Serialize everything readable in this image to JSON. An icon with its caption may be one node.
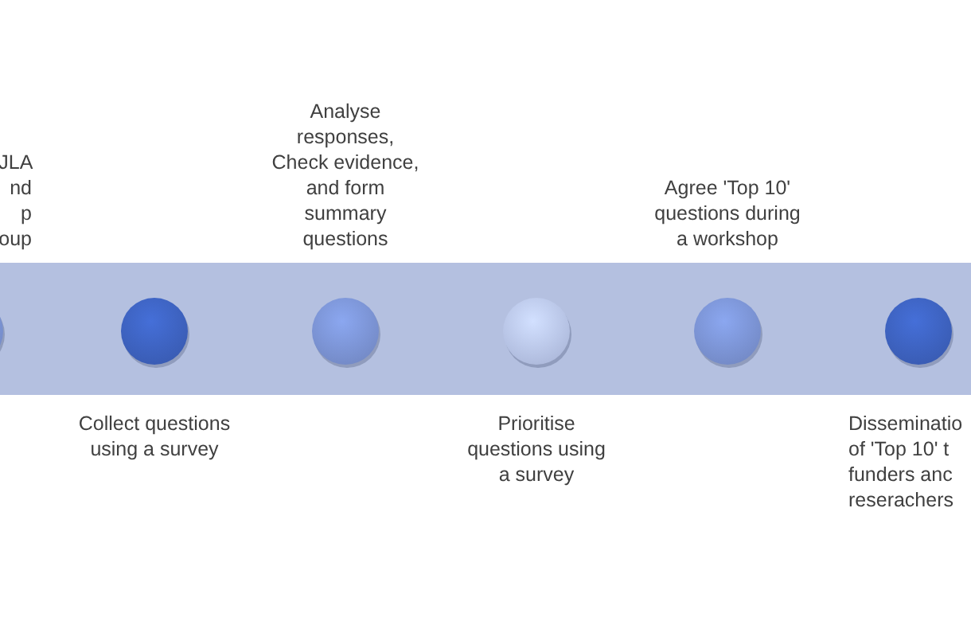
{
  "diagram": {
    "nodes": [
      {
        "text": [],
        "shape": "bar"
      },
      {
        "text": [
          "JLA nd p oup"
        ]
      },
      {
        "text": [
          "Collect questions using a survey"
        ],
        "in": 0
      },
      {
        "text": [
          "Analyse responses, Check evidence, and form summary questions"
        ],
        "in": 0
      },
      {
        "text": [
          "Prioritise questions using a survey"
        ],
        "in": 0
      },
      {
        "text": [
          "Agree 'Top 10' questions during a workshop"
        ],
        "in": 0
      },
      {
        "text": [
          "Disseminatio of 'Top 10' t funders anc reserachers"
        ],
        "in": 0
      }
    ]
  }
}
